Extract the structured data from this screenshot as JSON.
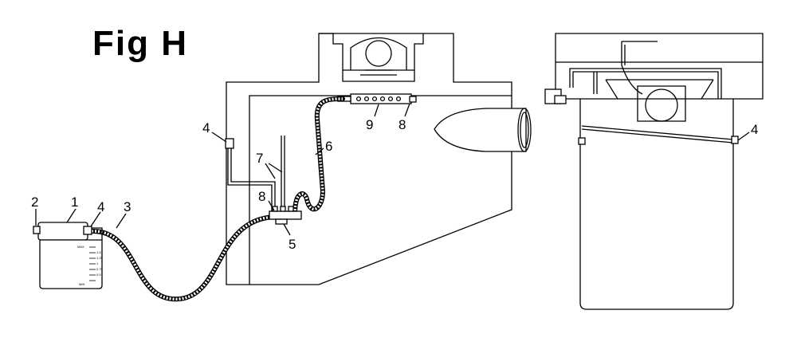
{
  "figure": {
    "title": "Fig H"
  },
  "callouts": [
    {
      "id": "c2",
      "text": "2"
    },
    {
      "id": "c1",
      "text": "1"
    },
    {
      "id": "c4a",
      "text": "4"
    },
    {
      "id": "c3",
      "text": "3"
    },
    {
      "id": "c4b",
      "text": "4"
    },
    {
      "id": "c7",
      "text": "7"
    },
    {
      "id": "c8a",
      "text": "8"
    },
    {
      "id": "c5",
      "text": "5"
    },
    {
      "id": "c6",
      "text": "6"
    },
    {
      "id": "c9",
      "text": "9"
    },
    {
      "id": "c8b",
      "text": "8"
    },
    {
      "id": "c4c",
      "text": "4"
    }
  ],
  "reservoir_scale": [
    "MAX",
    "1.5",
    "1.25",
    "1",
    "0.75",
    "0.5",
    "MIN"
  ],
  "colors": {
    "line": "#000000",
    "background": "#ffffff"
  }
}
